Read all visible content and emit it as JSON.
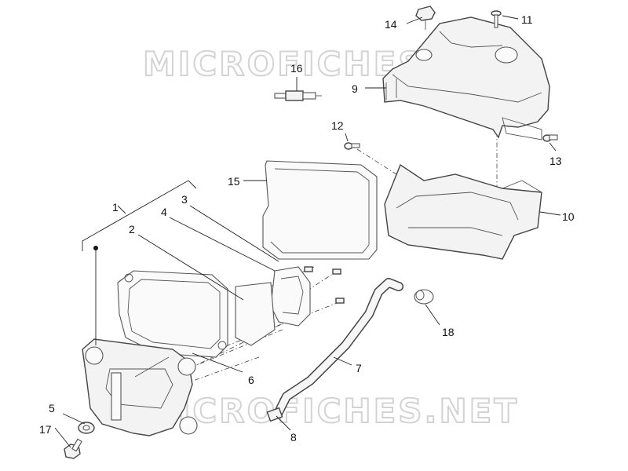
{
  "watermark": "MICROFICHES.NET",
  "callouts": {
    "c1": "1",
    "c2": "2",
    "c3": "3",
    "c4": "4",
    "c5": "5",
    "c6": "6",
    "c7": "7",
    "c8": "8",
    "c9": "9",
    "c10": "10",
    "c11": "11",
    "c12": "12",
    "c13": "13",
    "c14": "14",
    "c15": "15",
    "c16": "16",
    "c17": "17",
    "c18": "18"
  },
  "colors": {
    "line": "#444444",
    "watermark": "#d3d3d3",
    "background": "#ffffff"
  }
}
